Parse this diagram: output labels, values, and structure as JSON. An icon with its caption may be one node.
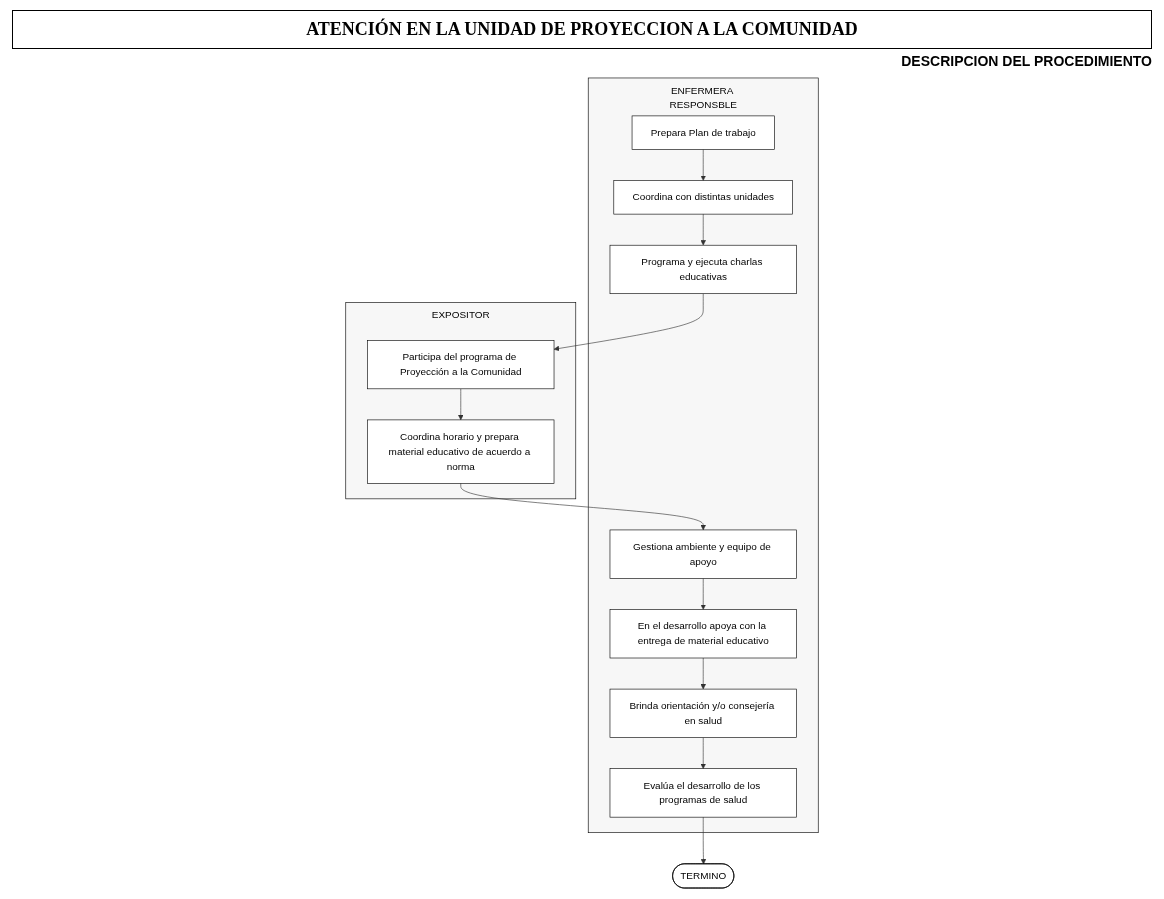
{
  "diagram": {
    "title": "ATENCIÓN EN LA UNIDAD DE PROYECCION A LA COMUNIDAD",
    "nodes": [
      {
        "text": [
          "ENFERMERA RESPONSBLE"
        ]
      },
      {
        "text": [
          "Prepara Plan de trabajo"
        ],
        "in": 0
      },
      {
        "text": [
          "Coordina con distintas unidades"
        ],
        "in": 0
      },
      {
        "text": [
          "Programa y ejecuta charlas educativas"
        ],
        "in": 0
      },
      {
        "text": [
          "Gestiona ambiente y equipo de apoyo"
        ],
        "in": 0
      },
      {
        "text": [
          "En el desarrollo apoya con la entrega de material educativo"
        ],
        "in": 0
      },
      {
        "text": [
          "Brinda orientación y/o consejería en salud"
        ],
        "in": 0
      },
      {
        "text": [
          "Evalúa el desarrollo de los programas de salud"
        ],
        "in": 0
      },
      {
        "text": [
          "EXPOSITOR"
        ]
      },
      {
        "text": [
          "Participa del programa de Proyección a la Comunidad"
        ],
        "in": 8
      },
      {
        "text": [
          "Coordina horario y prepara material educativo de acuerdo a norma"
        ],
        "in": 8
      },
      {
        "text": [
          "TERMINO"
        ]
      }
    ],
    "edges": [
      {
        "from": 1,
        "to": 2,
        "arrow": "to"
      },
      {
        "from": 2,
        "to": 3,
        "arrow": "to"
      },
      {
        "from": 3,
        "to": 9,
        "arrow": "to"
      },
      {
        "from": 9,
        "to": 10,
        "arrow": "to"
      },
      {
        "from": 10,
        "to": 4,
        "arrow": "to"
      },
      {
        "from": 4,
        "to": 5,
        "arrow": "to"
      },
      {
        "from": 5,
        "to": 6,
        "arrow": "to"
      },
      {
        "from": 6,
        "to": 7,
        "arrow": "to"
      },
      {
        "from": 7,
        "to": 11,
        "arrow": "to"
      }
    ],
    "labels": [
      "DESCRIPCION DEL PROCEDIMIENTO"
    ]
  }
}
